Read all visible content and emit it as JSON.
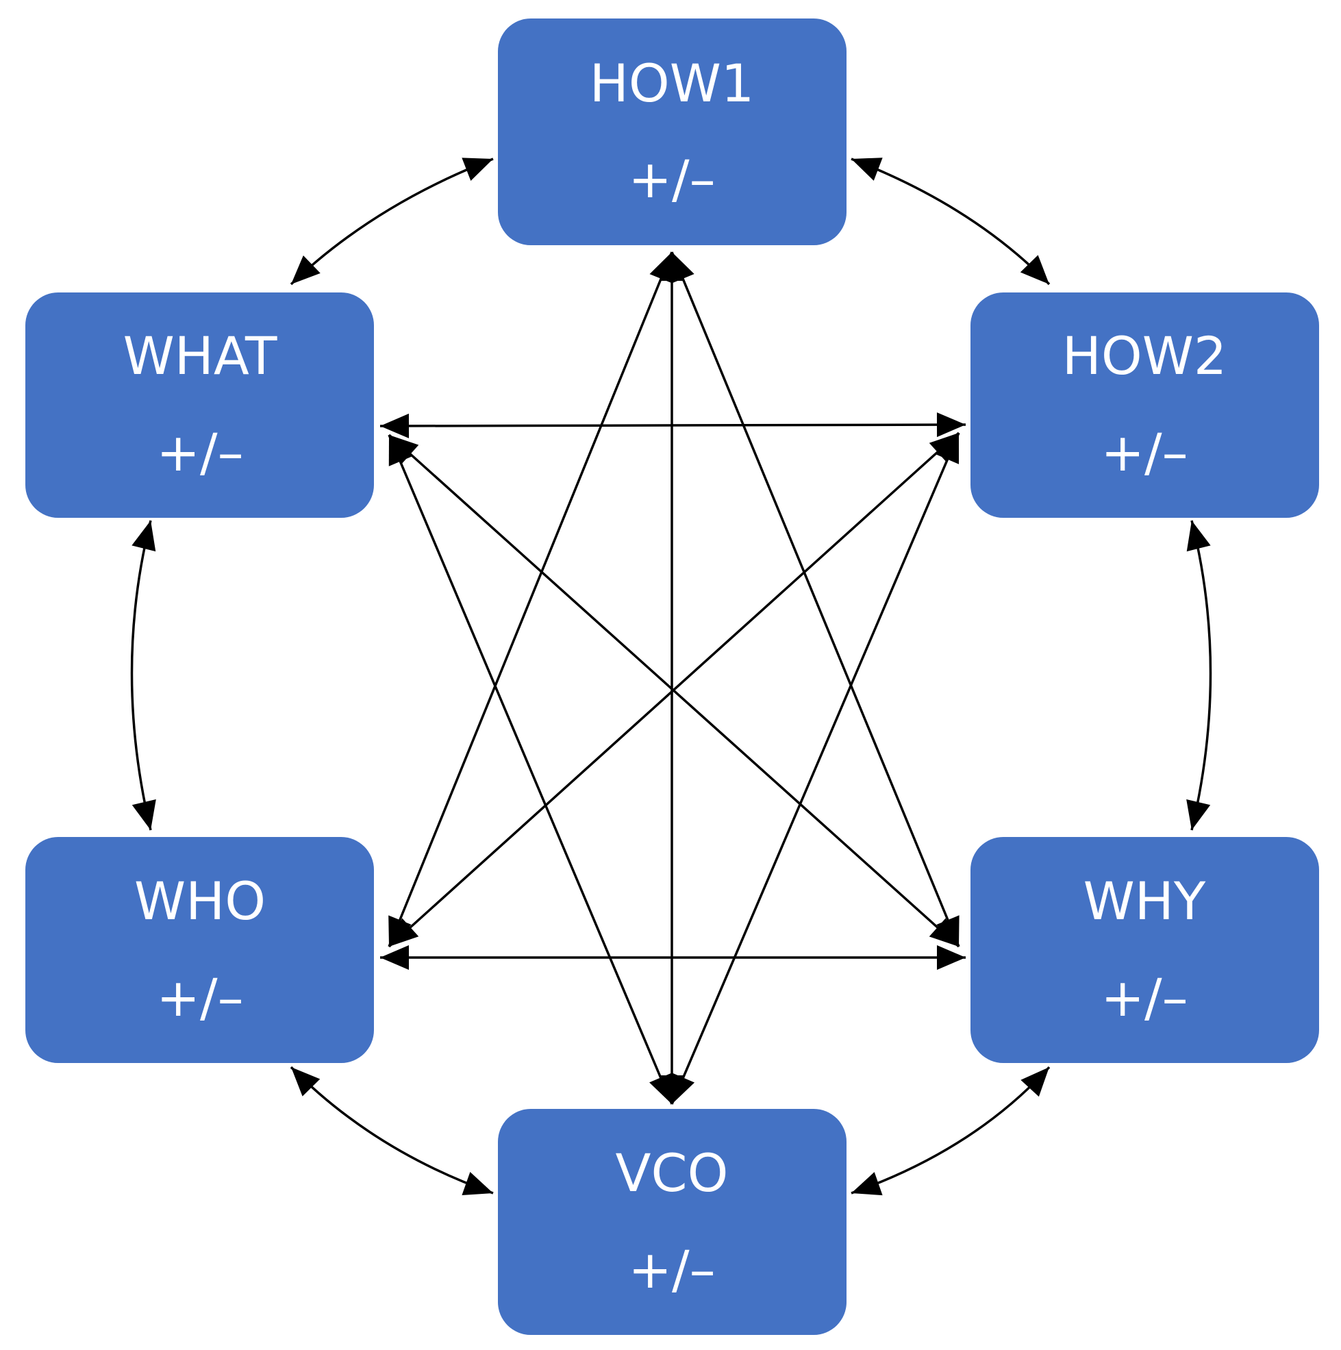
{
  "diagram": {
    "nodes": [
      {
        "id": "how1",
        "title": "HOW1",
        "sub": "+/–"
      },
      {
        "id": "how2",
        "title": "HOW2",
        "sub": "+/–"
      },
      {
        "id": "why",
        "title": "WHY",
        "sub": "+/–"
      },
      {
        "id": "vco",
        "title": "VCO",
        "sub": "+/–"
      },
      {
        "id": "who",
        "title": "WHO",
        "sub": "+/–"
      },
      {
        "id": "what",
        "title": "WHAT",
        "sub": "+/–"
      }
    ],
    "box_color": "#4472C4",
    "text_color": "#FFFFFF",
    "edge_color": "#000000",
    "outer_edges": [
      {
        "from": "how1",
        "to": "how2",
        "direction": "both"
      },
      {
        "from": "how2",
        "to": "why",
        "direction": "both"
      },
      {
        "from": "why",
        "to": "vco",
        "direction": "both"
      },
      {
        "from": "vco",
        "to": "who",
        "direction": "both"
      },
      {
        "from": "who",
        "to": "what",
        "direction": "both"
      },
      {
        "from": "what",
        "to": "how1",
        "direction": "both"
      }
    ],
    "inner_edges": [
      {
        "from": "how1",
        "to": "vco",
        "direction": "both"
      },
      {
        "from": "how1",
        "to": "who",
        "direction": "both"
      },
      {
        "from": "how1",
        "to": "why",
        "direction": "both"
      },
      {
        "from": "what",
        "to": "how2",
        "direction": "both"
      },
      {
        "from": "what",
        "to": "why",
        "direction": "both"
      },
      {
        "from": "what",
        "to": "vco",
        "direction": "both"
      },
      {
        "from": "how2",
        "to": "who",
        "direction": "both"
      },
      {
        "from": "how2",
        "to": "vco",
        "direction": "both"
      },
      {
        "from": "who",
        "to": "why",
        "direction": "both"
      }
    ]
  }
}
